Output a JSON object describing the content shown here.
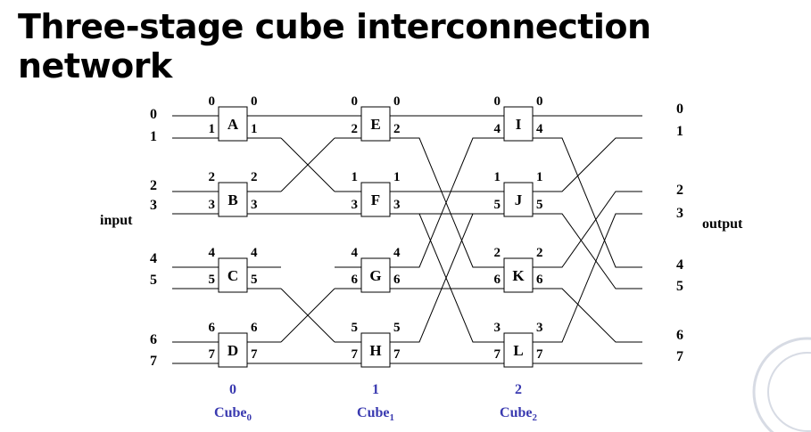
{
  "title": "Three-stage cube interconnection network",
  "side_labels": {
    "input": "input",
    "output": "output"
  },
  "input_ports": [
    "0",
    "1",
    "2",
    "3",
    "4",
    "5",
    "6",
    "7"
  ],
  "output_ports": [
    "0",
    "1",
    "2",
    "3",
    "4",
    "5",
    "6",
    "7"
  ],
  "stages": [
    {
      "number": "0",
      "name": "Cube",
      "sub": "0",
      "boxes": [
        {
          "name": "A",
          "in": [
            "0",
            "1"
          ],
          "out": [
            "0",
            "1"
          ]
        },
        {
          "name": "B",
          "in": [
            "2",
            "3"
          ],
          "out": [
            "2",
            "3"
          ]
        },
        {
          "name": "C",
          "in": [
            "4",
            "5"
          ],
          "out": [
            "4",
            "5"
          ]
        },
        {
          "name": "D",
          "in": [
            "6",
            "7"
          ],
          "out": [
            "6",
            "7"
          ]
        }
      ]
    },
    {
      "number": "1",
      "name": "Cube",
      "sub": "1",
      "boxes": [
        {
          "name": "E",
          "in": [
            "0",
            "2"
          ],
          "out": [
            "0",
            "2"
          ]
        },
        {
          "name": "F",
          "in": [
            "1",
            "3"
          ],
          "out": [
            "1",
            "3"
          ]
        },
        {
          "name": "G",
          "in": [
            "4",
            "6"
          ],
          "out": [
            "4",
            "6"
          ]
        },
        {
          "name": "H",
          "in": [
            "5",
            "7"
          ],
          "out": [
            "5",
            "7"
          ]
        }
      ]
    },
    {
      "number": "2",
      "name": "Cube",
      "sub": "2",
      "boxes": [
        {
          "name": "I",
          "in": [
            "0",
            "4"
          ],
          "out": [
            "0",
            "4"
          ]
        },
        {
          "name": "J",
          "in": [
            "1",
            "5"
          ],
          "out": [
            "1",
            "5"
          ]
        },
        {
          "name": "K",
          "in": [
            "2",
            "6"
          ],
          "out": [
            "2",
            "6"
          ]
        },
        {
          "name": "L",
          "in": [
            "3",
            "7"
          ],
          "out": [
            "3",
            "7"
          ]
        }
      ]
    }
  ]
}
